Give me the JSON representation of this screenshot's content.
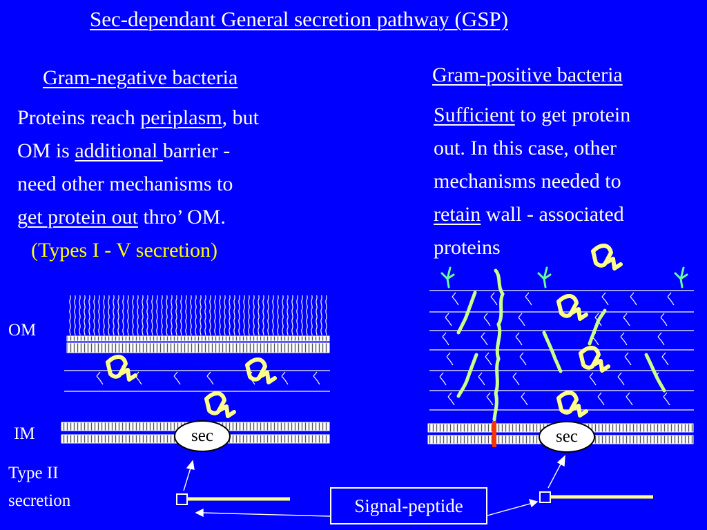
{
  "title": "Sec-dependant General secretion pathway (GSP)",
  "gram_negative": {
    "heading": "Gram-negative bacteria",
    "line1_pre": "Proteins reach ",
    "line1_u": "periplasm",
    "line1_post": ", but",
    "line2_pre": "OM is  ",
    "line2_u": "additional ",
    "line2_post": "barrier -",
    "line3": "need other mechanisms to",
    "line4_u": "get protein out",
    "line4_post": " thro’ OM.",
    "types": "(Types I - V secretion)"
  },
  "gram_positive": {
    "heading": "Gram-positive bacteria",
    "line1_u": "Sufficient",
    "line1_post": " to get protein",
    "line2": "out. In this case, other",
    "line3": "mechanisms needed to",
    "line4_u": "retain",
    "line4_post": " wall - associated",
    "line5": "proteins"
  },
  "labels": {
    "om": "OM",
    "im": "IM",
    "type2_line1": "Type II",
    "type2_line2": "secretion",
    "sec": "sec",
    "signal_peptide": "Signal-peptide"
  },
  "colors": {
    "background": "#0000FF",
    "text": "#FFFFFF",
    "highlight": "#FFFF00",
    "protein": "#FFFF88",
    "teichoic": "#CCFF88",
    "anchor": "#FF3300",
    "lipoteichoic": "#66FF99"
  }
}
